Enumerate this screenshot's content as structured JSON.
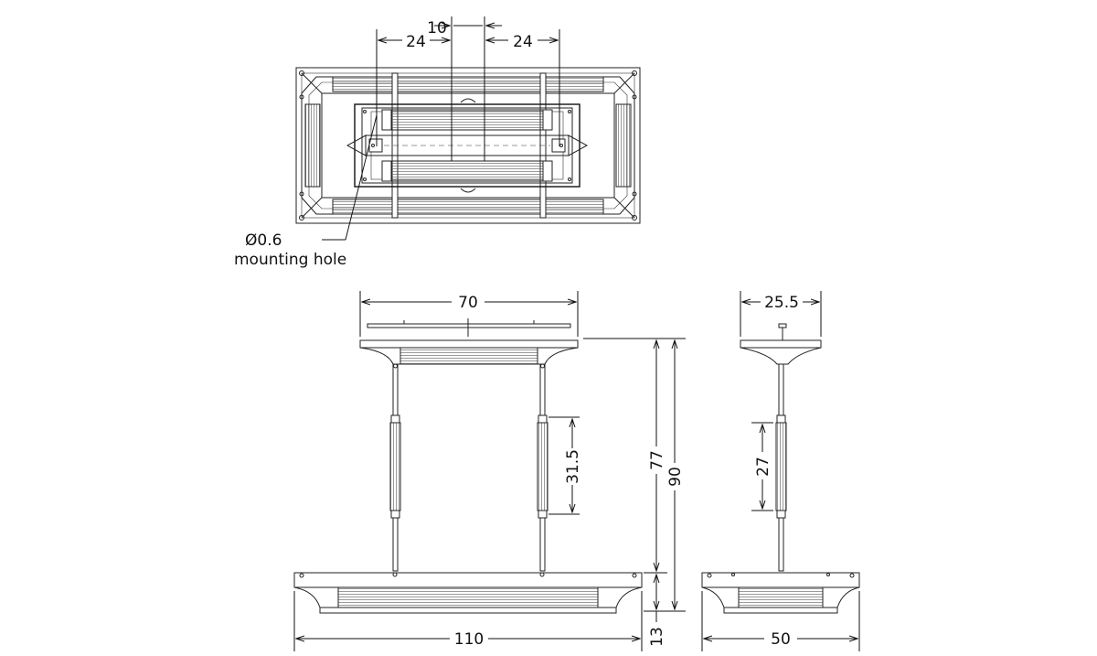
{
  "top_view": {
    "dims": {
      "center_gap": "10",
      "left_offset": "24",
      "right_offset": "24"
    },
    "note_line1": "Ø0.6",
    "note_line2": "mounting hole"
  },
  "front_view": {
    "dims": {
      "canopy_width": "70",
      "tube_length": "31.5",
      "upper_height": "77",
      "total_height": "90",
      "base_height": "13",
      "base_width": "110"
    }
  },
  "side_view": {
    "dims": {
      "canopy_width": "25.5",
      "tube_length": "27",
      "base_width": "50"
    }
  },
  "colors": {
    "line": "#222222",
    "background": "#ffffff"
  }
}
